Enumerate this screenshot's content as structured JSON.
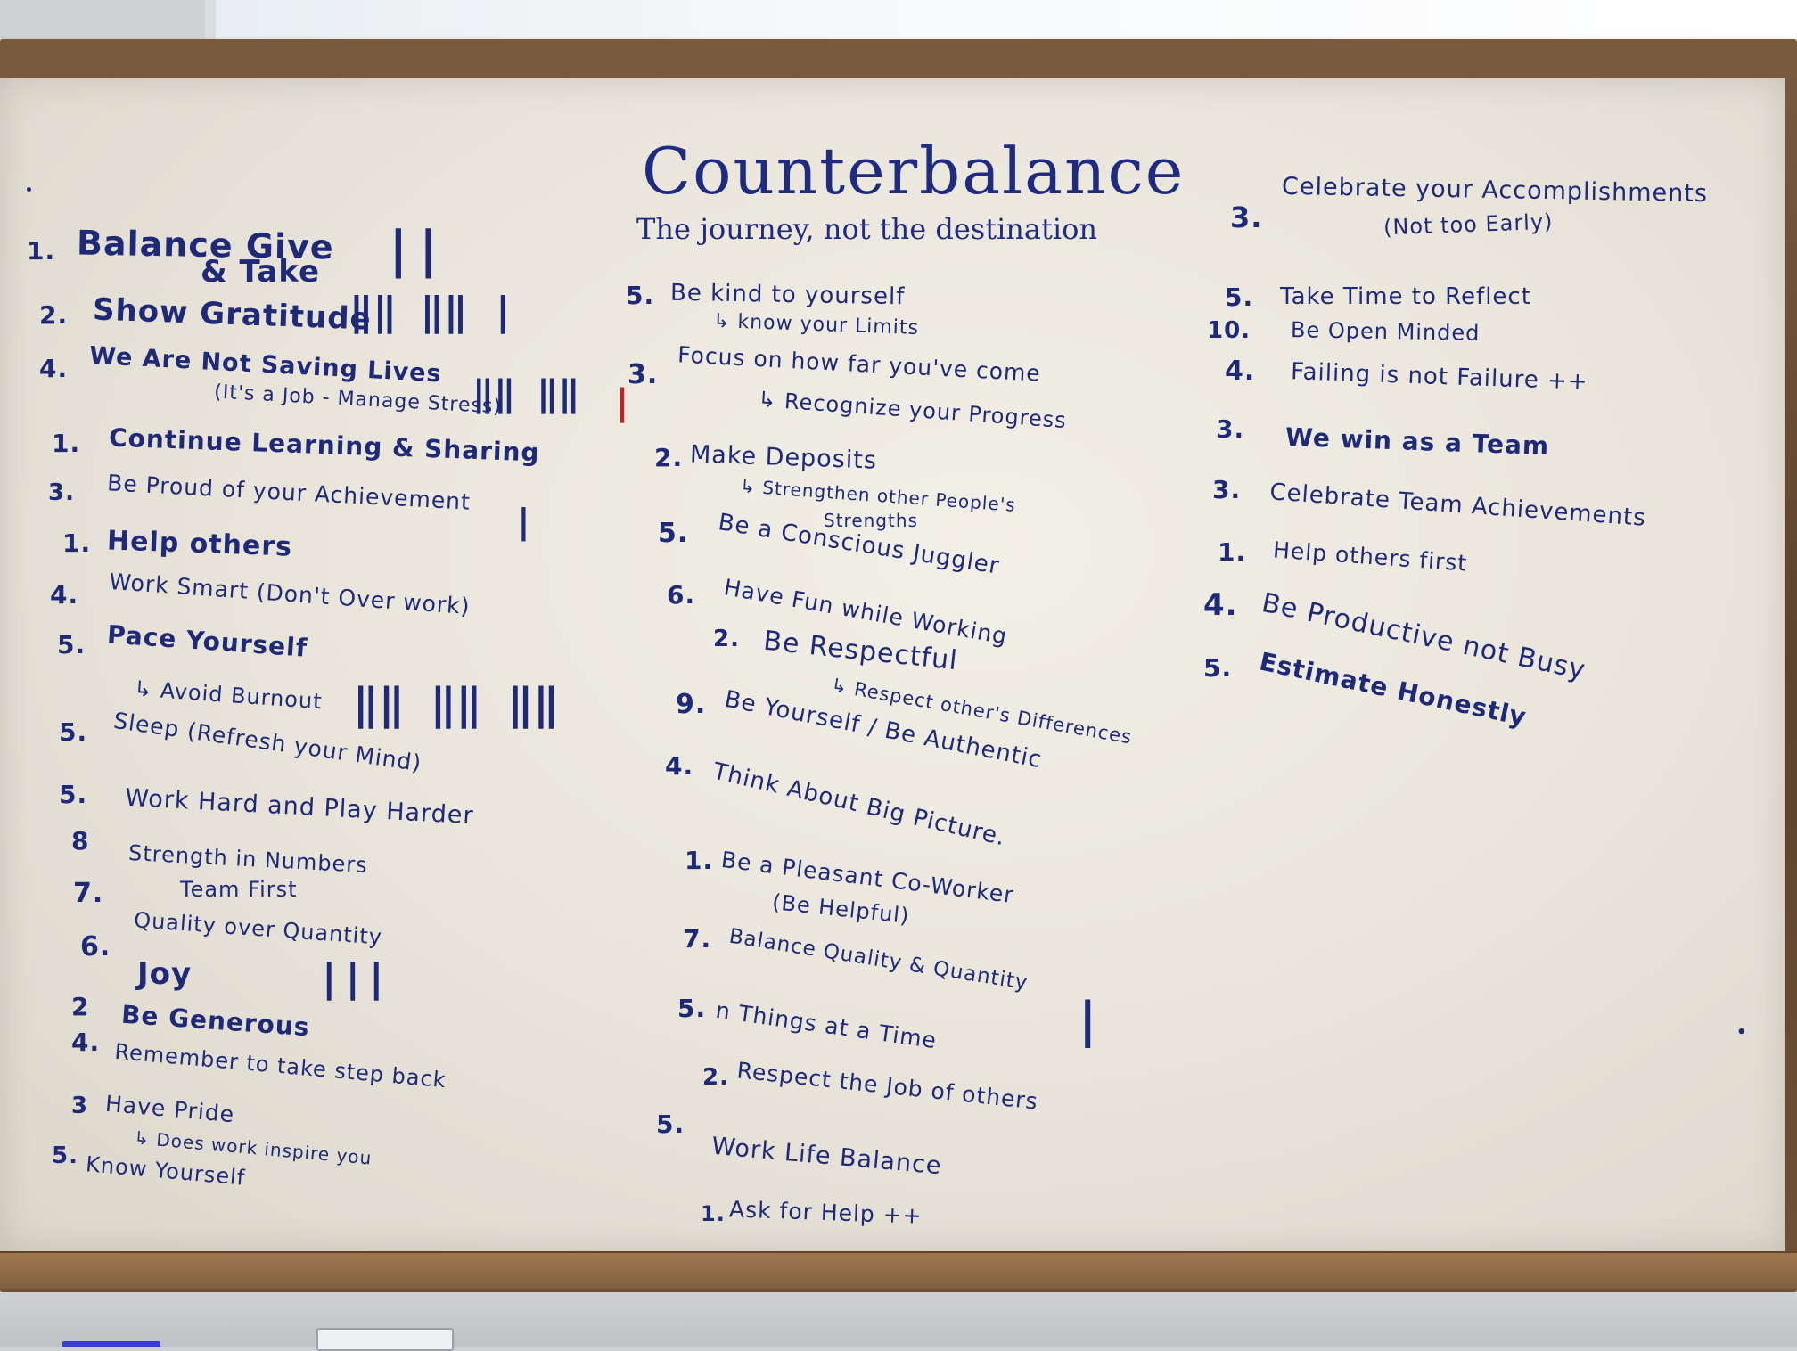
{
  "board": {
    "title": "Counterbalance",
    "subtitle": "The journey, not the destination",
    "ink_color": "#1e2a78",
    "red_ink_color": "#b8262c"
  },
  "left_column": [
    {
      "num": "1.",
      "text": "Balance Give"
    },
    {
      "num": "",
      "text": "& Take",
      "tally": "||"
    },
    {
      "num": "2.",
      "text": "Show Gratitude",
      "tally": "‖‖ ‖‖ |"
    },
    {
      "num": "4.",
      "text": "We Are Not Saving Lives",
      "tally": "‖‖ ‖‖"
    },
    {
      "num": "",
      "text": "(It's a Job - Manage Stress)",
      "tally_red": "|"
    },
    {
      "num": "1.",
      "text": "Continue Learning & Sharing"
    },
    {
      "num": "3.",
      "text": "Be Proud of your Achievement",
      "tally": "|"
    },
    {
      "num": "1.",
      "text": "Help others"
    },
    {
      "num": "4.",
      "text": "Work Smart (Don't Over work)"
    },
    {
      "num": "5.",
      "text": "Pace Yourself"
    },
    {
      "num": "",
      "text": "↳ Avoid Burnout",
      "tally": "‖‖ ‖‖ ‖‖"
    },
    {
      "num": "5.",
      "text": "Sleep (Refresh your Mind)"
    },
    {
      "num": "5.",
      "text": "Work Hard and Play Harder"
    },
    {
      "num": "8",
      "text": "Strength in Numbers"
    },
    {
      "num": "",
      "text": "Team First"
    },
    {
      "num": "7.",
      "text": ""
    },
    {
      "num": "6.",
      "text": "Quality over Quantity"
    },
    {
      "num": "",
      "text": "Joy",
      "tally": "|||"
    },
    {
      "num": "2",
      "text": "Be Generous"
    },
    {
      "num": "4.",
      "text": "Remember to take step back"
    },
    {
      "num": "3",
      "text": "Have Pride"
    },
    {
      "num": "",
      "text": "↳ Does work inspire you"
    },
    {
      "num": "5.",
      "text": "Know Yourself"
    }
  ],
  "middle_column": [
    {
      "num": "5.",
      "text": "Be kind to yourself"
    },
    {
      "num": "",
      "text": "↳ know your Limits"
    },
    {
      "num": "3.",
      "text": "Focus on how far you've come"
    },
    {
      "num": "",
      "text": "↳ Recognize your Progress"
    },
    {
      "num": "2.",
      "text": "Make Deposits"
    },
    {
      "num": "",
      "text": "↳ Strengthen other People's"
    },
    {
      "num": "",
      "text": "Strengths"
    },
    {
      "num": "5.",
      "text": "Be a Conscious Juggler"
    },
    {
      "num": "6.",
      "text": "Have Fun while Working"
    },
    {
      "num": "2.",
      "text": "Be Respectful"
    },
    {
      "num": "",
      "text": "↳ Respect other's Differences"
    },
    {
      "num": "9.",
      "text": "Be Yourself / Be Authentic"
    },
    {
      "num": "4.",
      "text": "Think About Big Picture."
    },
    {
      "num": "1.",
      "text": "Be a Pleasant Co-Worker"
    },
    {
      "num": "",
      "text": "(Be Helpful)"
    },
    {
      "num": "7.",
      "text": "Balance Quality & Quantity",
      "tally": "|"
    },
    {
      "num": "5.",
      "text": "n Things at a Time"
    },
    {
      "num": "2.",
      "text": "Respect the Job of others"
    },
    {
      "num": "5.",
      "text": ""
    },
    {
      "num": "",
      "text": "Work Life Balance"
    },
    {
      "num": "1.",
      "text": "Ask for Help ++"
    }
  ],
  "right_column": [
    {
      "num": "3.",
      "text": "Celebrate your Accomplishments"
    },
    {
      "num": "",
      "text": "(Not too Early)"
    },
    {
      "num": "5.",
      "text": "Take Time to Reflect"
    },
    {
      "num": "10.",
      "text": "Be Open Minded"
    },
    {
      "num": "4.",
      "text": "Failing is not Failure ++"
    },
    {
      "num": "3.",
      "text": "We win as a Team"
    },
    {
      "num": "3.",
      "text": "Celebrate Team Achievements"
    },
    {
      "num": "1.",
      "text": "Help others first"
    },
    {
      "num": "4.",
      "text": "Be Productive not Busy"
    },
    {
      "num": "5.",
      "text": "Estimate Honestly"
    }
  ]
}
